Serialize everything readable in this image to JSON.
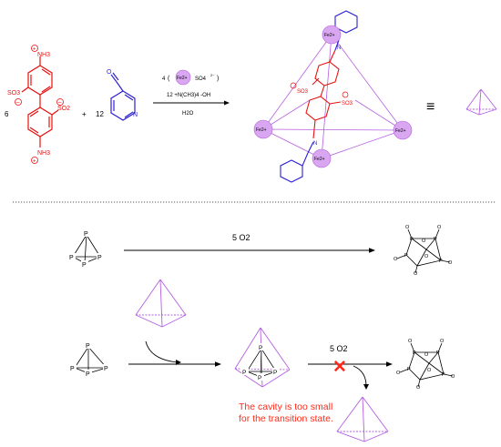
{
  "colors": {
    "red": "#e8100f",
    "blue": "#2b1fd6",
    "purple": "#b45fe0",
    "sphere_fill": "#d9a6f2",
    "black": "#000000",
    "note_red": "#ff2a1a"
  },
  "reactants": {
    "count_benzidine": "6",
    "plus1": "+",
    "count_aldehyde": "12",
    "plus2": "+",
    "nh3_top": "NH3",
    "nh3_bottom": "NH3",
    "so3_left": "SO3",
    "so3_right": "SO2",
    "aldehyde_o": "O",
    "aldehyde_n": "N"
  },
  "conditions": {
    "fe_count": "4",
    "fe_ion": "Fe2+",
    "sulfate": "SO4",
    "base": "12 +N(CH3)4 -OH",
    "solvent": "H2O"
  },
  "cage": {
    "fe_labels": [
      "Fe2+",
      "Fe2+",
      "Fe2+",
      "Fe2+"
    ],
    "so3_a": "SO3",
    "so3_b": "SO3",
    "imine_n": "N",
    "imine_n2": "N",
    "equiv": "≡"
  },
  "reaction1": {
    "p_labels": [
      "P",
      "P",
      "P",
      "P"
    ],
    "reagent": "5 O2",
    "product_o": "O",
    "product_p": "P"
  },
  "reaction2": {
    "p_labels": [
      "P",
      "P",
      "P",
      "P"
    ],
    "reagent": "5 O2",
    "blocked_mark": "✕",
    "note_line1": "The cavity is too small",
    "note_line2": "for the transition state."
  }
}
